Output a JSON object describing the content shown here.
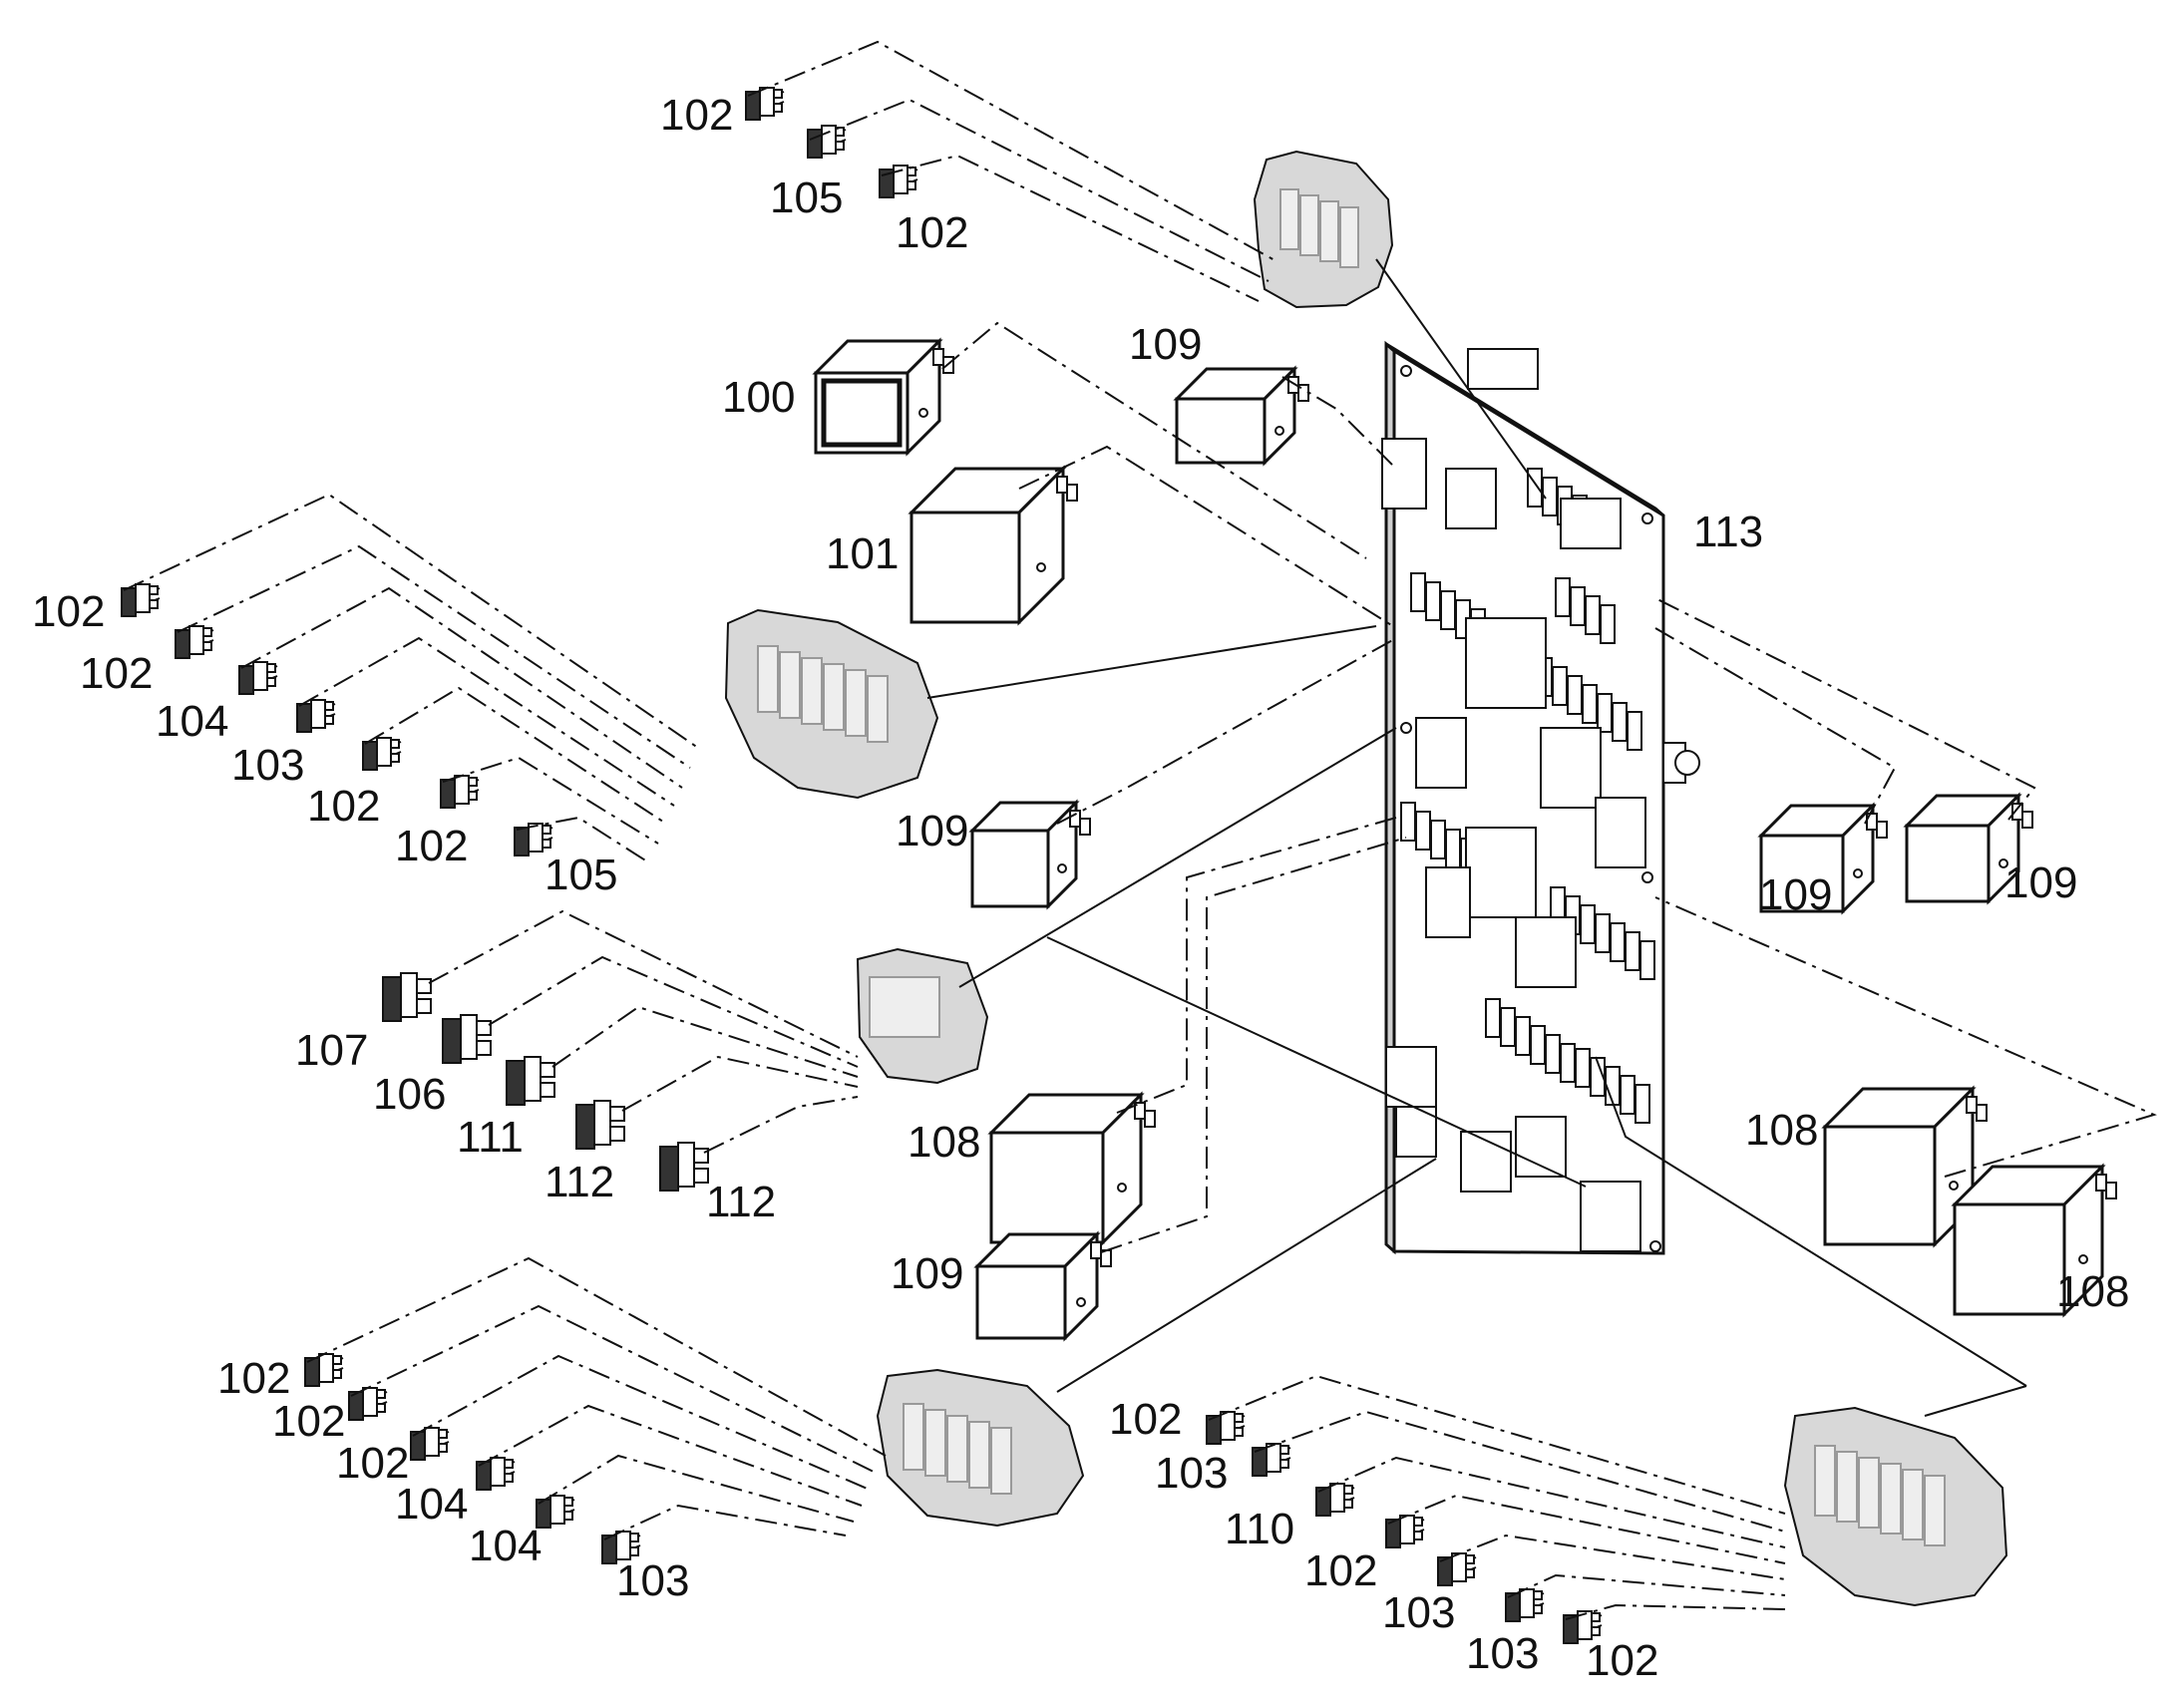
{
  "diagram": {
    "colors": {
      "line": "#111111",
      "fill": "#ffffff",
      "shade": "#d8d8d8",
      "dark": "#333333"
    },
    "callouts": [
      {
        "id": "c1",
        "text": "102"
      },
      {
        "id": "c2",
        "text": "105"
      },
      {
        "id": "c3",
        "text": "102"
      },
      {
        "id": "c4",
        "text": "109"
      },
      {
        "id": "c5",
        "text": "100"
      },
      {
        "id": "c6",
        "text": "101"
      },
      {
        "id": "c7",
        "text": "113"
      },
      {
        "id": "c8",
        "text": "102"
      },
      {
        "id": "c9",
        "text": "102"
      },
      {
        "id": "c10",
        "text": "104"
      },
      {
        "id": "c11",
        "text": "103"
      },
      {
        "id": "c12",
        "text": "102"
      },
      {
        "id": "c13",
        "text": "102"
      },
      {
        "id": "c14",
        "text": "105"
      },
      {
        "id": "c15",
        "text": "109"
      },
      {
        "id": "c16",
        "text": "109"
      },
      {
        "id": "c17",
        "text": "109"
      },
      {
        "id": "c18",
        "text": "107"
      },
      {
        "id": "c19",
        "text": "106"
      },
      {
        "id": "c20",
        "text": "111"
      },
      {
        "id": "c21",
        "text": "112"
      },
      {
        "id": "c22",
        "text": "112"
      },
      {
        "id": "c23",
        "text": "108"
      },
      {
        "id": "c24",
        "text": "108"
      },
      {
        "id": "c25",
        "text": "108"
      },
      {
        "id": "c26",
        "text": "109"
      },
      {
        "id": "c27",
        "text": "102"
      },
      {
        "id": "c28",
        "text": "102"
      },
      {
        "id": "c29",
        "text": "102"
      },
      {
        "id": "c30",
        "text": "104"
      },
      {
        "id": "c31",
        "text": "104"
      },
      {
        "id": "c32",
        "text": "103"
      },
      {
        "id": "c33",
        "text": "102"
      },
      {
        "id": "c34",
        "text": "103"
      },
      {
        "id": "c35",
        "text": "110"
      },
      {
        "id": "c36",
        "text": "102"
      },
      {
        "id": "c37",
        "text": "103"
      },
      {
        "id": "c38",
        "text": "103"
      },
      {
        "id": "c39",
        "text": "102"
      }
    ]
  }
}
